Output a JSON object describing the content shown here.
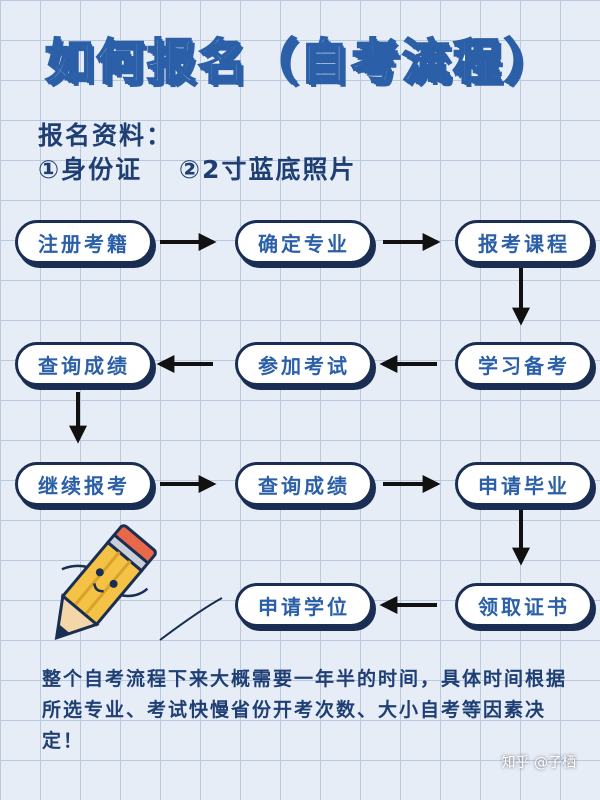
{
  "title": "如何报名（自考流程）",
  "requirements": {
    "label": "报名资料：",
    "items": [
      "①身份证",
      "②2寸蓝底照片"
    ]
  },
  "flow": {
    "nodes": {
      "register": "注册考籍",
      "confirm_major": "确定专业",
      "enroll_course": "报考课程",
      "check_score_1": "查询成绩",
      "take_exam": "参加考试",
      "study": "学习备考",
      "continue_enroll": "继续报考",
      "check_score_2": "查询成绩",
      "apply_graduation": "申请毕业",
      "apply_degree": "申请学位",
      "get_certificate": "领取证书"
    }
  },
  "footer": {
    "text": "整个自考流程下来大概需要一年半的时间，具体时间根据所选专业、考试快慢省份开考次数、大小自考等因素决定！"
  },
  "watermark": "知乎 @子栖",
  "colors": {
    "background": "#e6edf6",
    "grid": "#b9c9de",
    "accent_blue": "#2b5fa8",
    "dark_navy": "#1a2d52",
    "text_navy": "#1f3f74"
  },
  "icons": [
    "pencil-mascot-icon",
    "arrow-right-icon",
    "arrow-left-icon",
    "arrow-down-icon"
  ]
}
